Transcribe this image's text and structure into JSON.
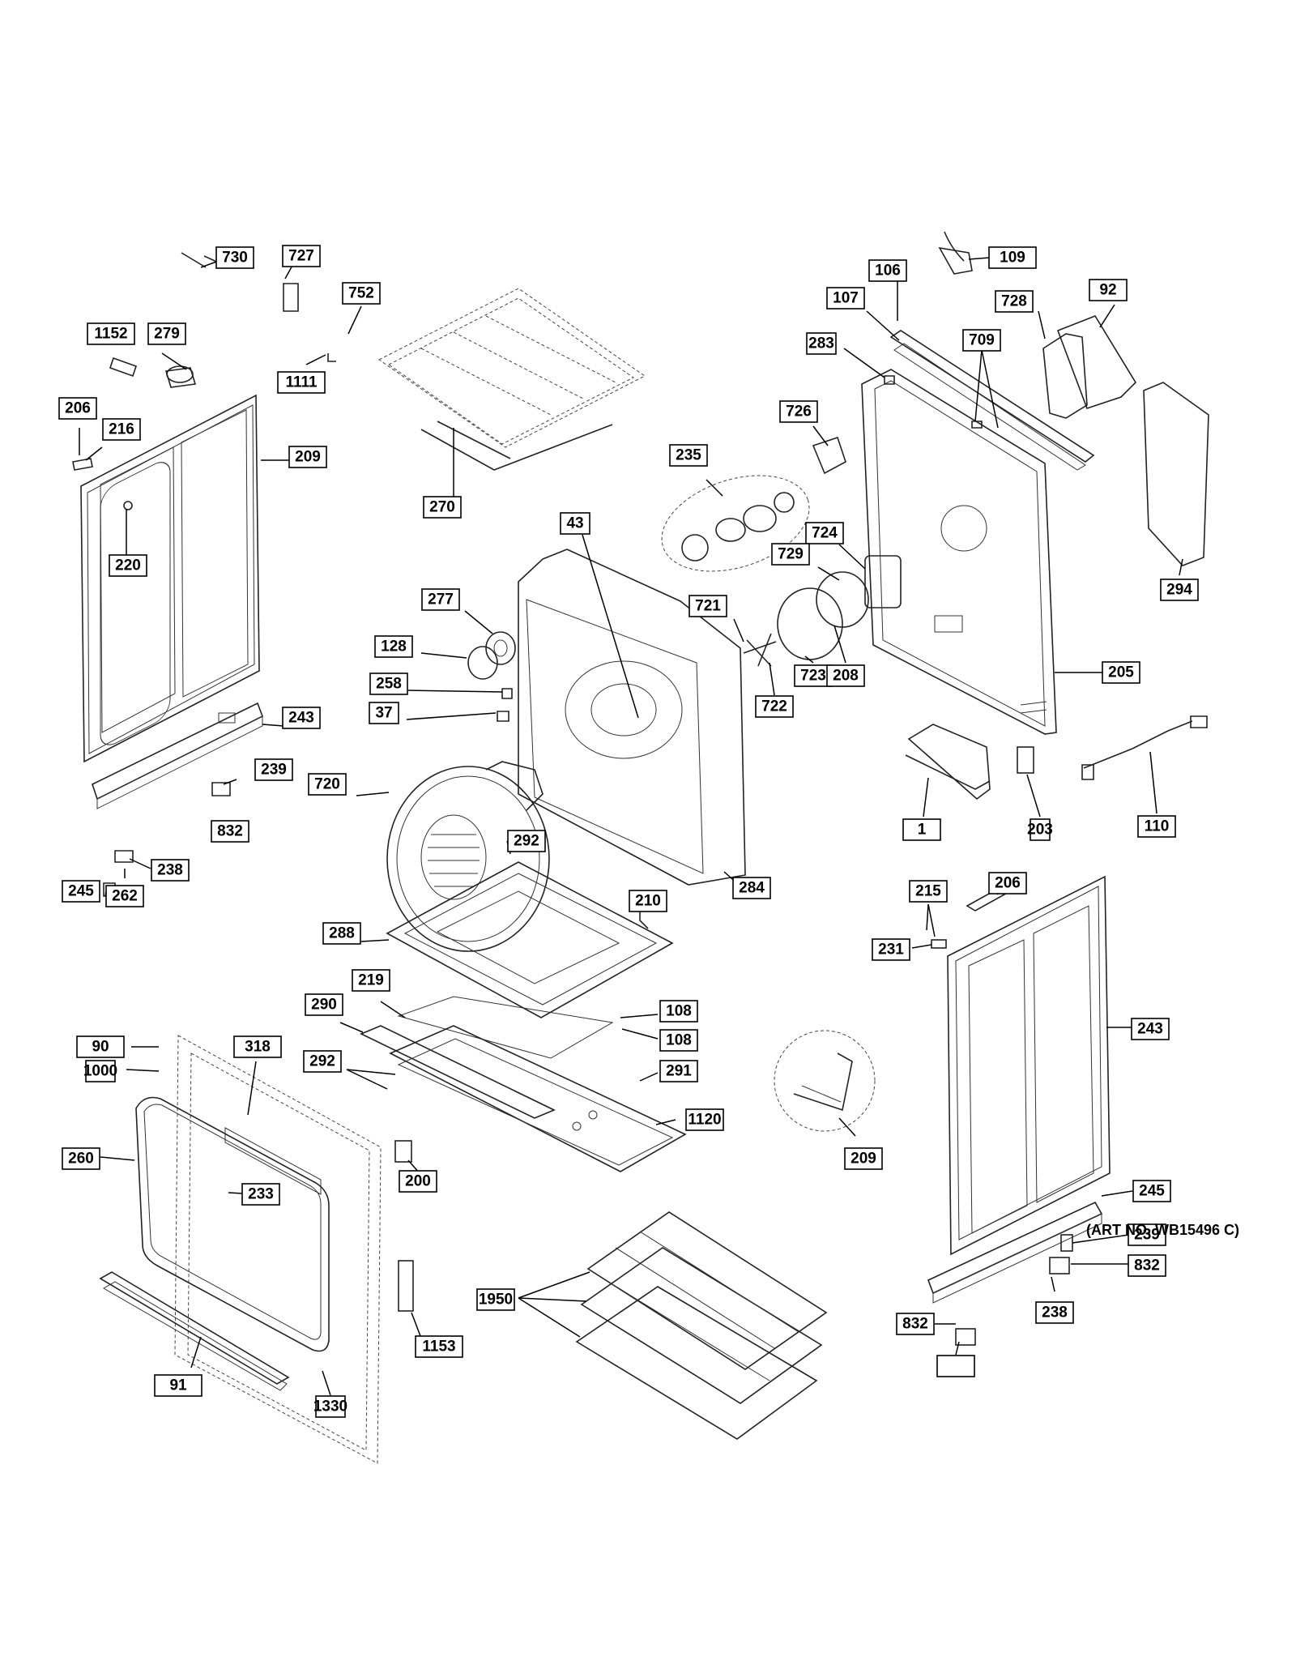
{
  "art_number": "(ART NO. WB15496 C)",
  "callouts": [
    "730",
    "727",
    "752",
    "1152",
    "279",
    "1111",
    "206",
    "216",
    "209",
    "220",
    "270",
    "43",
    "235",
    "277",
    "128",
    "258",
    "37",
    "720",
    "292",
    "243",
    "239",
    "832",
    "245",
    "238",
    "262",
    "284",
    "210",
    "288",
    "290",
    "219",
    "108",
    "108",
    "292",
    "291",
    "1120",
    "90",
    "1000",
    "318",
    "260",
    "233",
    "200",
    "1950",
    "91",
    "1330",
    "1153",
    "109",
    "106",
    "107",
    "728",
    "92",
    "283",
    "709",
    "726",
    "724",
    "729",
    "721",
    "722",
    "723",
    "208",
    "205",
    "294",
    "1",
    "203",
    "110",
    "206",
    "215",
    "231",
    "209",
    "243",
    "245",
    "239",
    "832",
    "238",
    "832"
  ]
}
